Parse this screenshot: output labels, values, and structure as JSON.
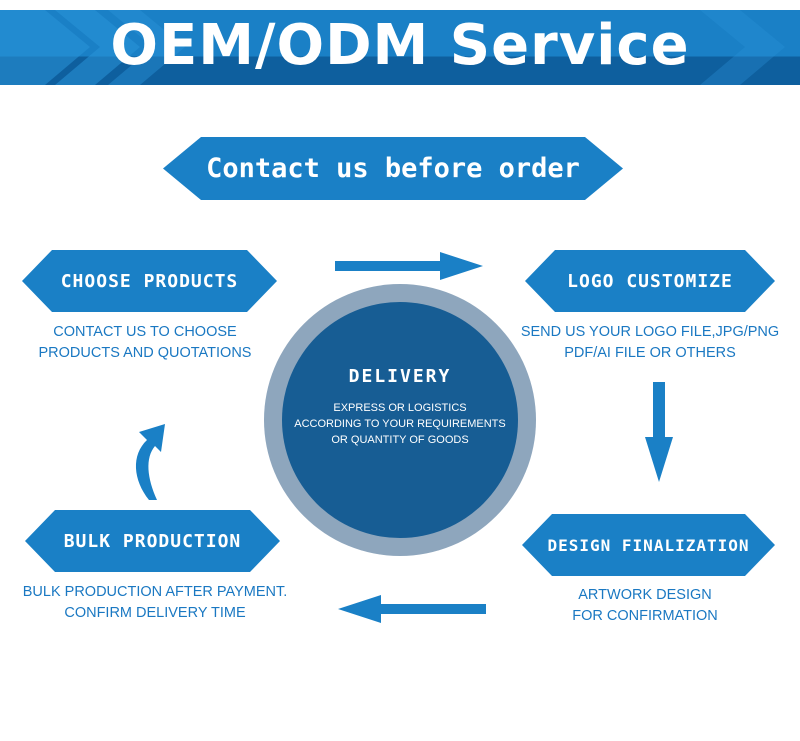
{
  "banner": {
    "title": "OEM/ODM Service"
  },
  "contact": {
    "label": "Contact us before order"
  },
  "steps": {
    "choose": {
      "title": "CHOOSE PRODUCTS",
      "desc_line1": "CONTACT US TO CHOOSE",
      "desc_line2": "PRODUCTS AND QUOTATIONS"
    },
    "logo": {
      "title": "LOGO CUSTOMIZE",
      "desc_line1": "SEND US YOUR LOGO FILE,JPG/PNG",
      "desc_line2": "PDF/AI FILE OR OTHERS"
    },
    "design": {
      "title": "DESIGN FINALIZATION",
      "desc_line1": "ARTWORK DESIGN",
      "desc_line2": "FOR CONFIRMATION"
    },
    "bulk": {
      "title": "BULK PRODUCTION",
      "desc_line1": "BULK PRODUCTION AFTER PAYMENT.",
      "desc_line2": "CONFIRM DELIVERY TIME"
    }
  },
  "delivery": {
    "title": "DELIVERY",
    "desc_line1": "EXPRESS OR LOGISTICS",
    "desc_line2": "ACCORDING TO YOUR REQUIREMENTS",
    "desc_line3": "OR QUANTITY OF GOODS"
  },
  "colors": {
    "primary": "#1a80c6",
    "dark": "#0e5f9e",
    "circle_ring": "#8ea6bd",
    "circle_core": "#175d94",
    "text_blue": "#1a78c2"
  },
  "icons": [
    "chevron-stripes-icon",
    "arrow-right-icon",
    "arrow-down-icon",
    "arrow-left-icon",
    "curved-arrow-up-icon"
  ]
}
